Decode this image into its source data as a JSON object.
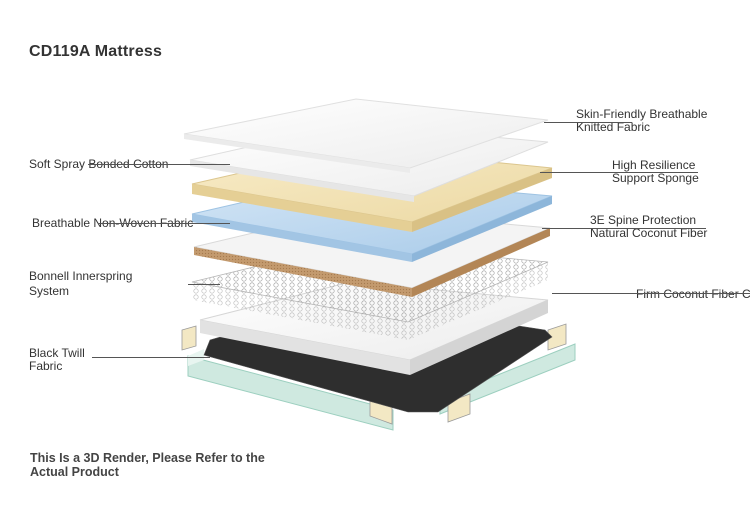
{
  "title": "CD119A Mattress",
  "labels_left": {
    "soft_spray": "Soft Spray Bonded Cotton",
    "non_woven": "Breathable Non-Woven Fabric",
    "bonnell_line1": "Bonnell Innerspring",
    "bonnell_line2": "System",
    "black_twill_line1": "Black Twill",
    "black_twill_line2": "Fabric"
  },
  "labels_right": {
    "skin_line1": "Skin-Friendly Breathable",
    "skin_line2": "Knitted Fabric",
    "resilience_line1": "High Resilience",
    "resilience_line2": "Support Sponge",
    "spine_line1": "3E Spine Protection",
    "spine_line2": "Natural Coconut Fiber",
    "firm_coconut": "Firm Coconut Fiber Cu"
  },
  "note": {
    "line1": "This Is a 3D Render, Please Refer to the",
    "line2": "Actual Product"
  },
  "colors": {
    "text": "#333333",
    "white_layer": "#f7f7f7",
    "sponge": "#f1e2b4",
    "blue_fabric": "#bcd8ef",
    "coconut": "#c49a6c",
    "black_twill": "#2e2e2e",
    "frame": "#cfe9e0"
  }
}
